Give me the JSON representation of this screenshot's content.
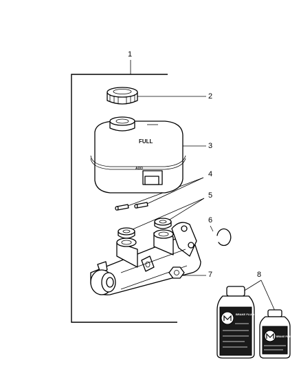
{
  "callouts": {
    "c1": "1",
    "c2": "2",
    "c3": "3",
    "c4": "4",
    "c5": "5",
    "c6": "6",
    "c7": "7",
    "c8": "8"
  },
  "reservoir": {
    "full_mark": "FULL",
    "add_mark": "ADD"
  },
  "bottles": {
    "large_label": "BRAKE FLUID",
    "small_label": "BRAKE FLUID"
  }
}
